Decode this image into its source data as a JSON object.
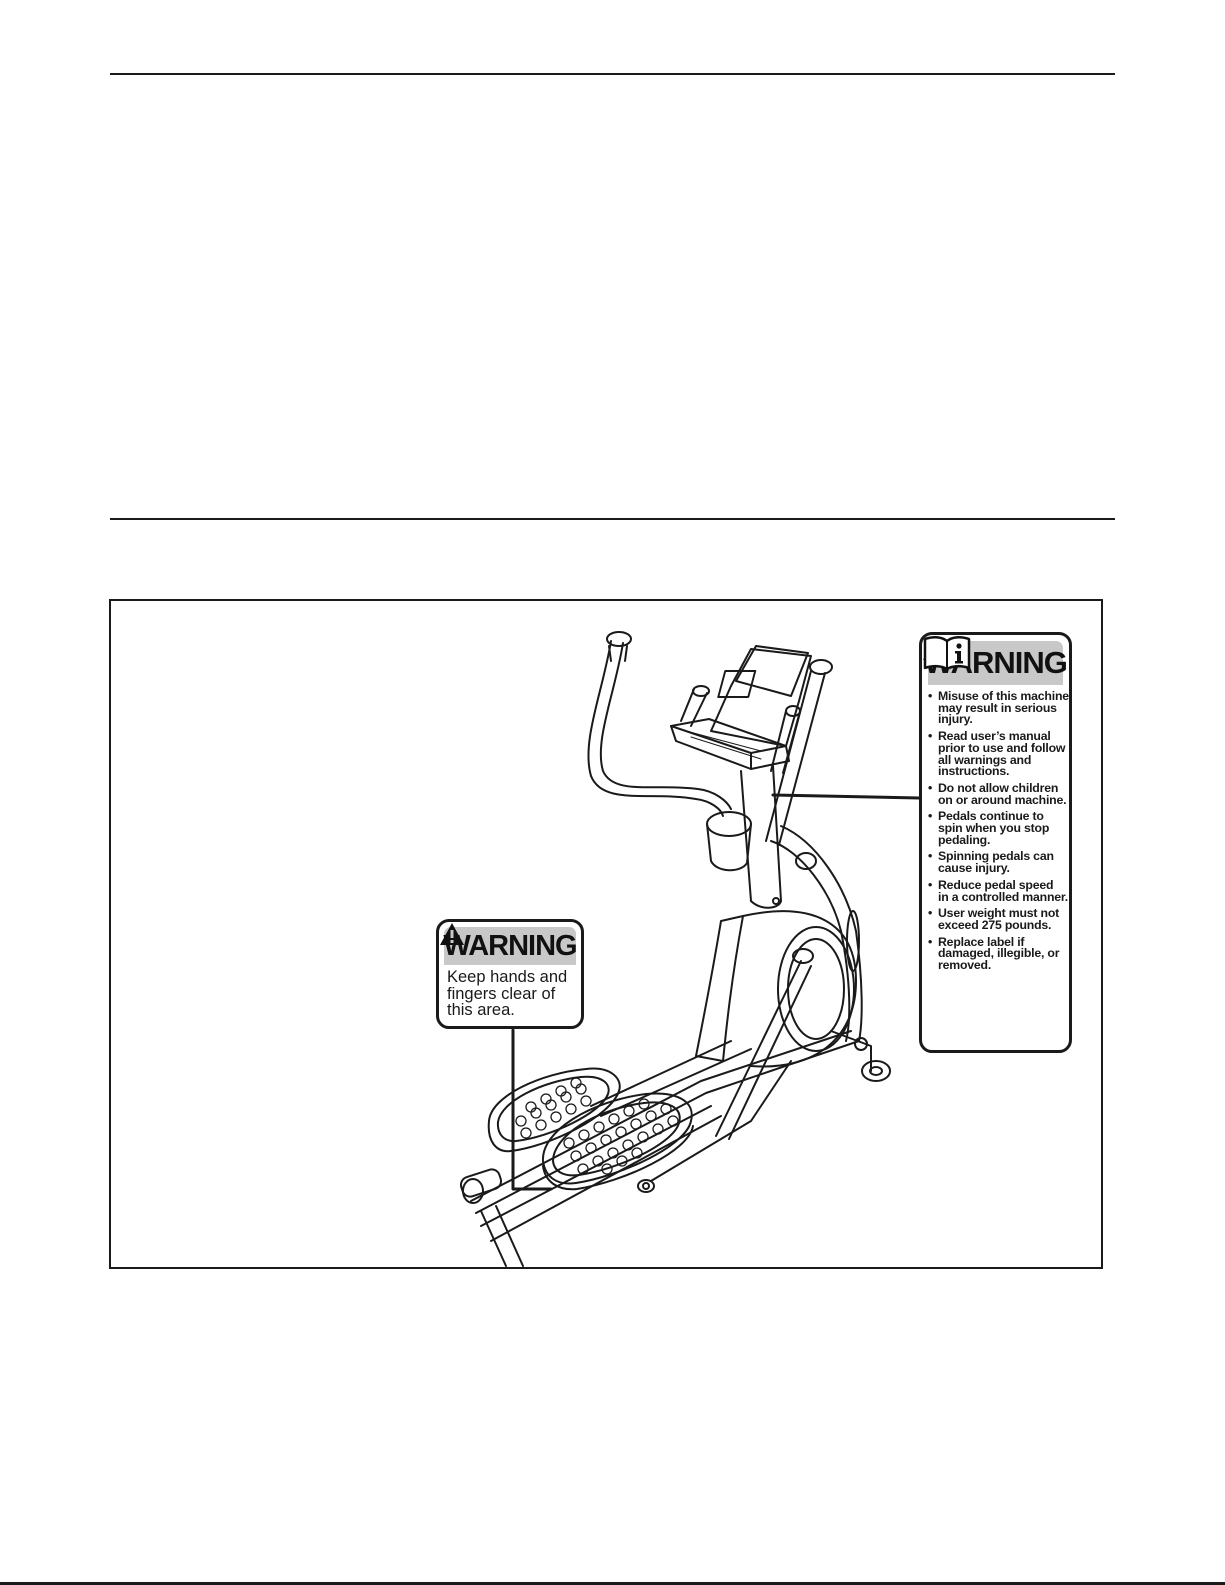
{
  "small_warning": {
    "heading": "WARNING",
    "lines": [
      "Keep hands and",
      "fingers clear of",
      "this area."
    ]
  },
  "large_warning": {
    "heading": "WARNING",
    "items": [
      [
        "Misuse of this machine",
        "may result in serious",
        "injury."
      ],
      [
        "Read user’s manual",
        "prior to use and follow",
        "all warnings and",
        "instructions."
      ],
      [
        "Do not allow children",
        "on or around machine."
      ],
      [
        "Pedals continue to",
        "spin when you stop",
        "pedaling."
      ],
      [
        "Spinning pedals can",
        "cause injury."
      ],
      [
        "Reduce pedal speed",
        "in a controlled manner."
      ],
      [
        "User weight must not",
        "exceed 275 pounds."
      ],
      [
        "Replace label if",
        "damaged, illegible, or",
        "removed."
      ]
    ]
  },
  "icons": {
    "warning_triangle": "warning-triangle-icon",
    "manual": "manual-book-icon"
  }
}
